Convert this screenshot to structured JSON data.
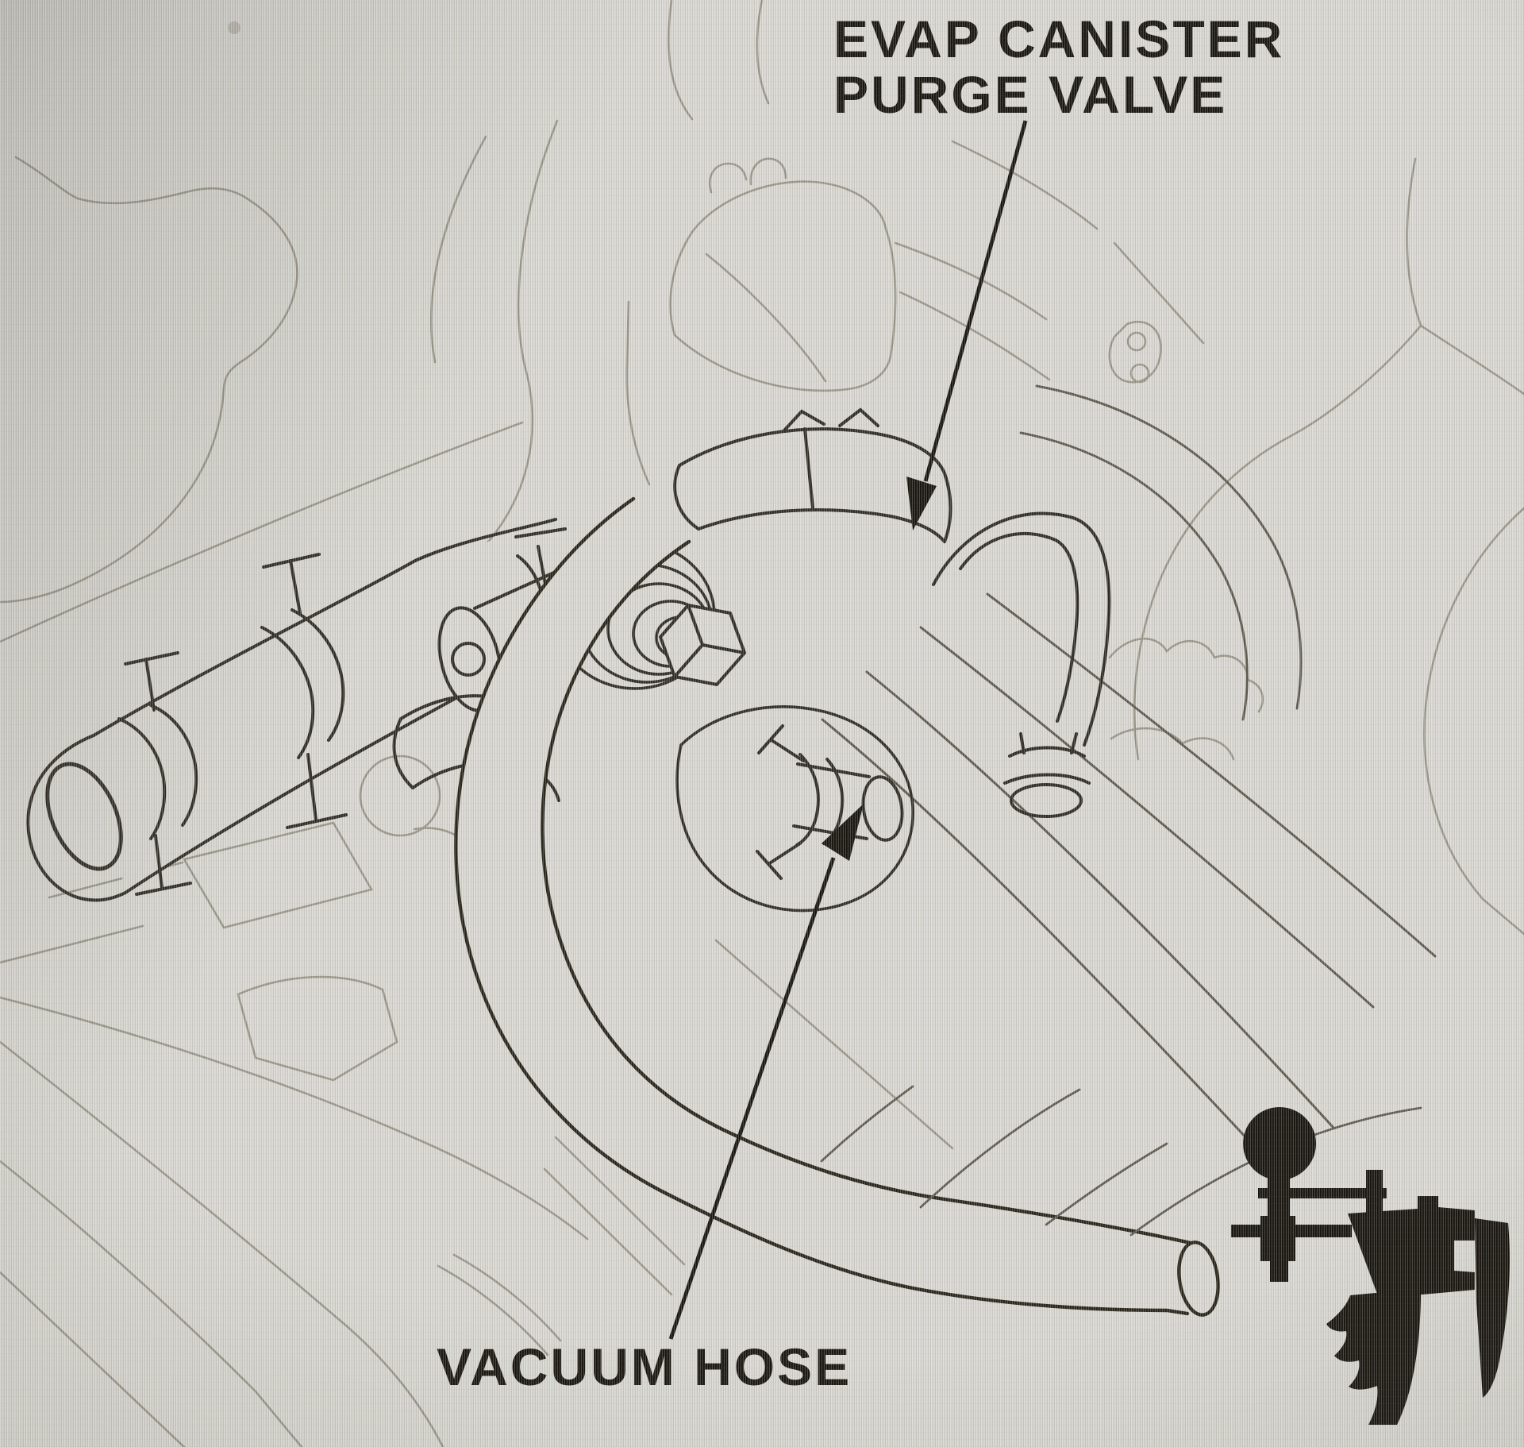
{
  "figure": {
    "type": "service-manual line illustration",
    "subject": "engine bay close-up showing EVAP canister purge valve location"
  },
  "callouts": {
    "evap_canister_purge_valve": {
      "line1": "EVAP CANISTER",
      "line2": "PURGE VALVE"
    },
    "vacuum_hose": {
      "label": "VACUUM HOSE"
    }
  },
  "icons": {
    "vacuum_pump_gauge_icon": "black silhouette of a hand-held vacuum pump with round gauge (bottom-right corner)"
  },
  "colors": {
    "background": "#d9d8d2",
    "line_art_faint": "#8a8679",
    "line_art_dark": "#2e2b24",
    "label_text": "#17140e",
    "icon": "#17140e"
  }
}
